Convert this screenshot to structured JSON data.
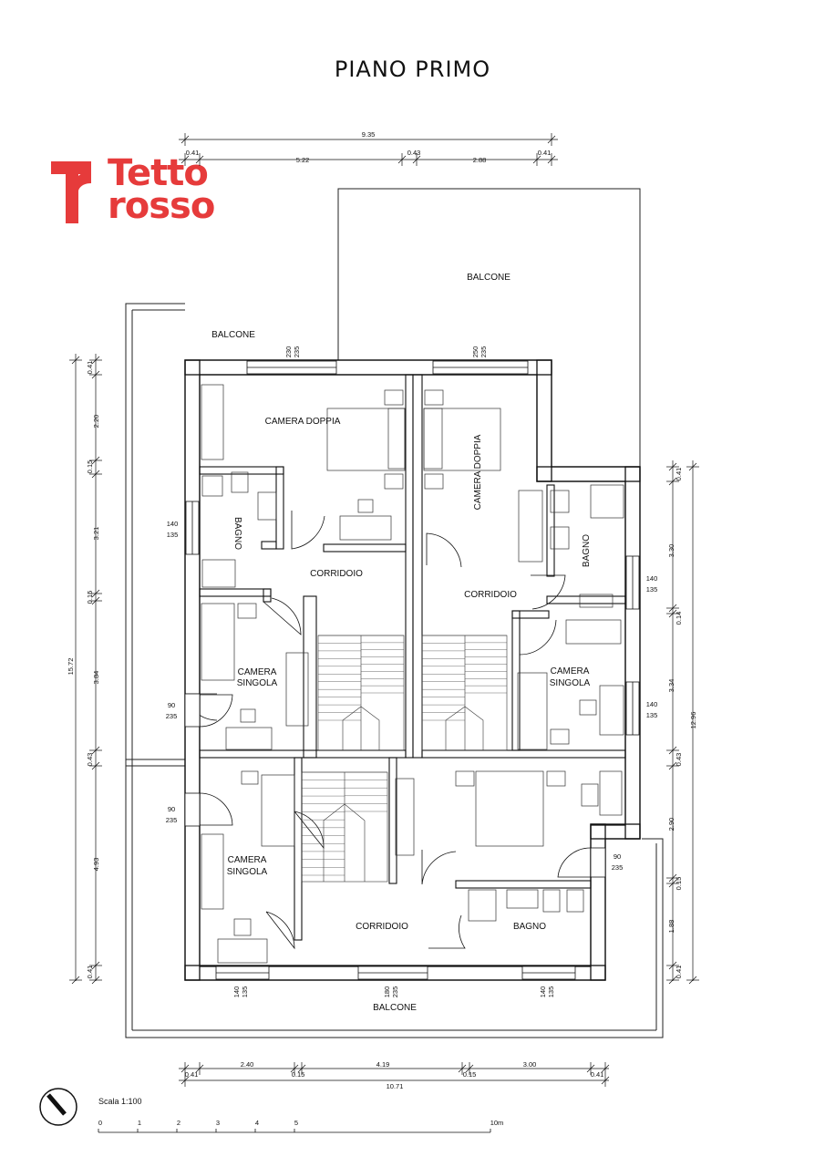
{
  "title": "PIANO PRIMO",
  "brand": {
    "line1": "Tetto",
    "line2": "rosso",
    "color": "#e63b3b"
  },
  "rooms": {
    "balcone_top": "BALCONE",
    "balcone_left": "BALCONE",
    "balcone_bottom": "BALCONE",
    "camera_doppia_1": "CAMERA DOPPIA",
    "camera_doppia_2": "CAMERA DOPPIA",
    "bagno_1": "BAGNO",
    "bagno_2": "BAGNO",
    "bagno_3": "BAGNO",
    "corridoio_1": "CORRIDOIO",
    "corridoio_2": "CORRIDOIO",
    "corridoio_3": "CORRIDOIO",
    "camera_singola_1_a": "CAMERA",
    "camera_singola_1_b": "SINGOLA",
    "camera_singola_2_a": "CAMERA",
    "camera_singola_2_b": "SINGOLA",
    "camera_singola_3_a": "CAMERA",
    "camera_singola_3_b": "SINGOLA"
  },
  "top_dims": {
    "total": "9.35",
    "seg1": "0.41",
    "seg2": "5.22",
    "seg3": "0.43",
    "seg4": "2.88",
    "seg5": "0.41"
  },
  "bottom_dims": {
    "total": "10.71",
    "seg1": "0.41",
    "seg2": "2.40",
    "seg3": "0.15",
    "seg4": "4.19",
    "seg5": "0.15",
    "seg6": "3.00",
    "seg7": "0.41"
  },
  "left_dims": {
    "total": "15.72",
    "seg1": "0.41",
    "seg2": "2.20",
    "seg3": "0.15",
    "seg4": "3.21",
    "seg5": "0.15",
    "seg6": "3.84",
    "seg7": "0.43",
    "seg8": "4.93",
    "seg9": "0.41"
  },
  "right_dims": {
    "total": "12.96",
    "seg1": "0.41",
    "seg2": "3.30",
    "seg3": "0.14",
    "seg4": "3.34",
    "seg5": "0.43",
    "seg6": "2.90",
    "seg7": "0.15",
    "seg8": "1.88",
    "seg9": "0.41"
  },
  "openings": {
    "w_cd1_a": "230",
    "w_cd1_b": "235",
    "w_cd2_a": "250",
    "w_cd2_b": "235",
    "w_bagno1_a": "140",
    "w_bagno1_b": "135",
    "w_cs1_a": "90",
    "w_cs1_b": "235",
    "w_cs3_a": "90",
    "w_cs3_b": "235",
    "w_bagno2_a": "140",
    "w_bagno2_b": "135",
    "w_cs2_a": "140",
    "w_cs2_b": "135",
    "w_cdr_a": "90",
    "w_cdr_b": "235",
    "w_b1_a": "140",
    "w_b1_b": "135",
    "w_b2_a": "180",
    "w_b2_b": "235",
    "w_b3_a": "140",
    "w_b3_b": "135"
  },
  "scale": {
    "label": "Scala 1:100",
    "ticks": [
      "0",
      "1",
      "2",
      "3",
      "4",
      "5",
      "10m"
    ]
  }
}
